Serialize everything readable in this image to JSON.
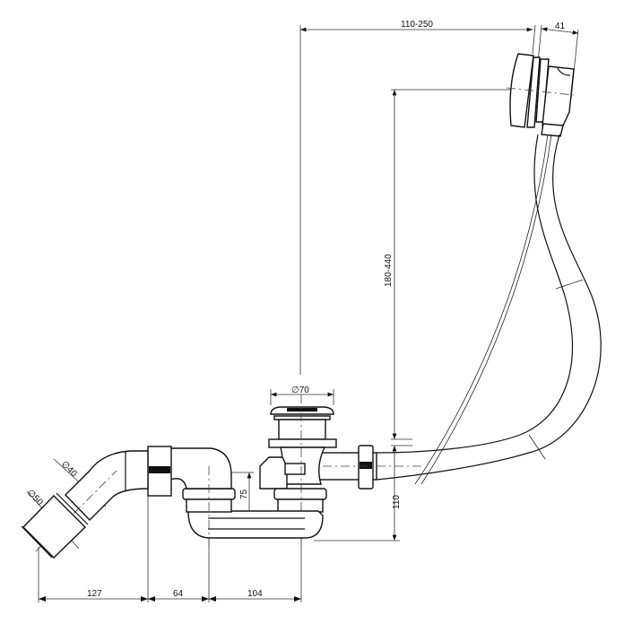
{
  "title": "Bath waste and overflow set dimension drawing",
  "dimensions": {
    "overflow_offset": "110-250",
    "overflow_depth": "41",
    "overflow_height": "180-440",
    "plug_diameter": "∅70",
    "trap_height": "75",
    "waste_height": "110",
    "outlet_offset": "127",
    "elbow_offset": "64",
    "trap_offset": "104",
    "pipe_diameter_40": "∅40",
    "pipe_diameter_50": "∅50"
  },
  "colors": {
    "line": "#111111",
    "background": "#ffffff"
  }
}
